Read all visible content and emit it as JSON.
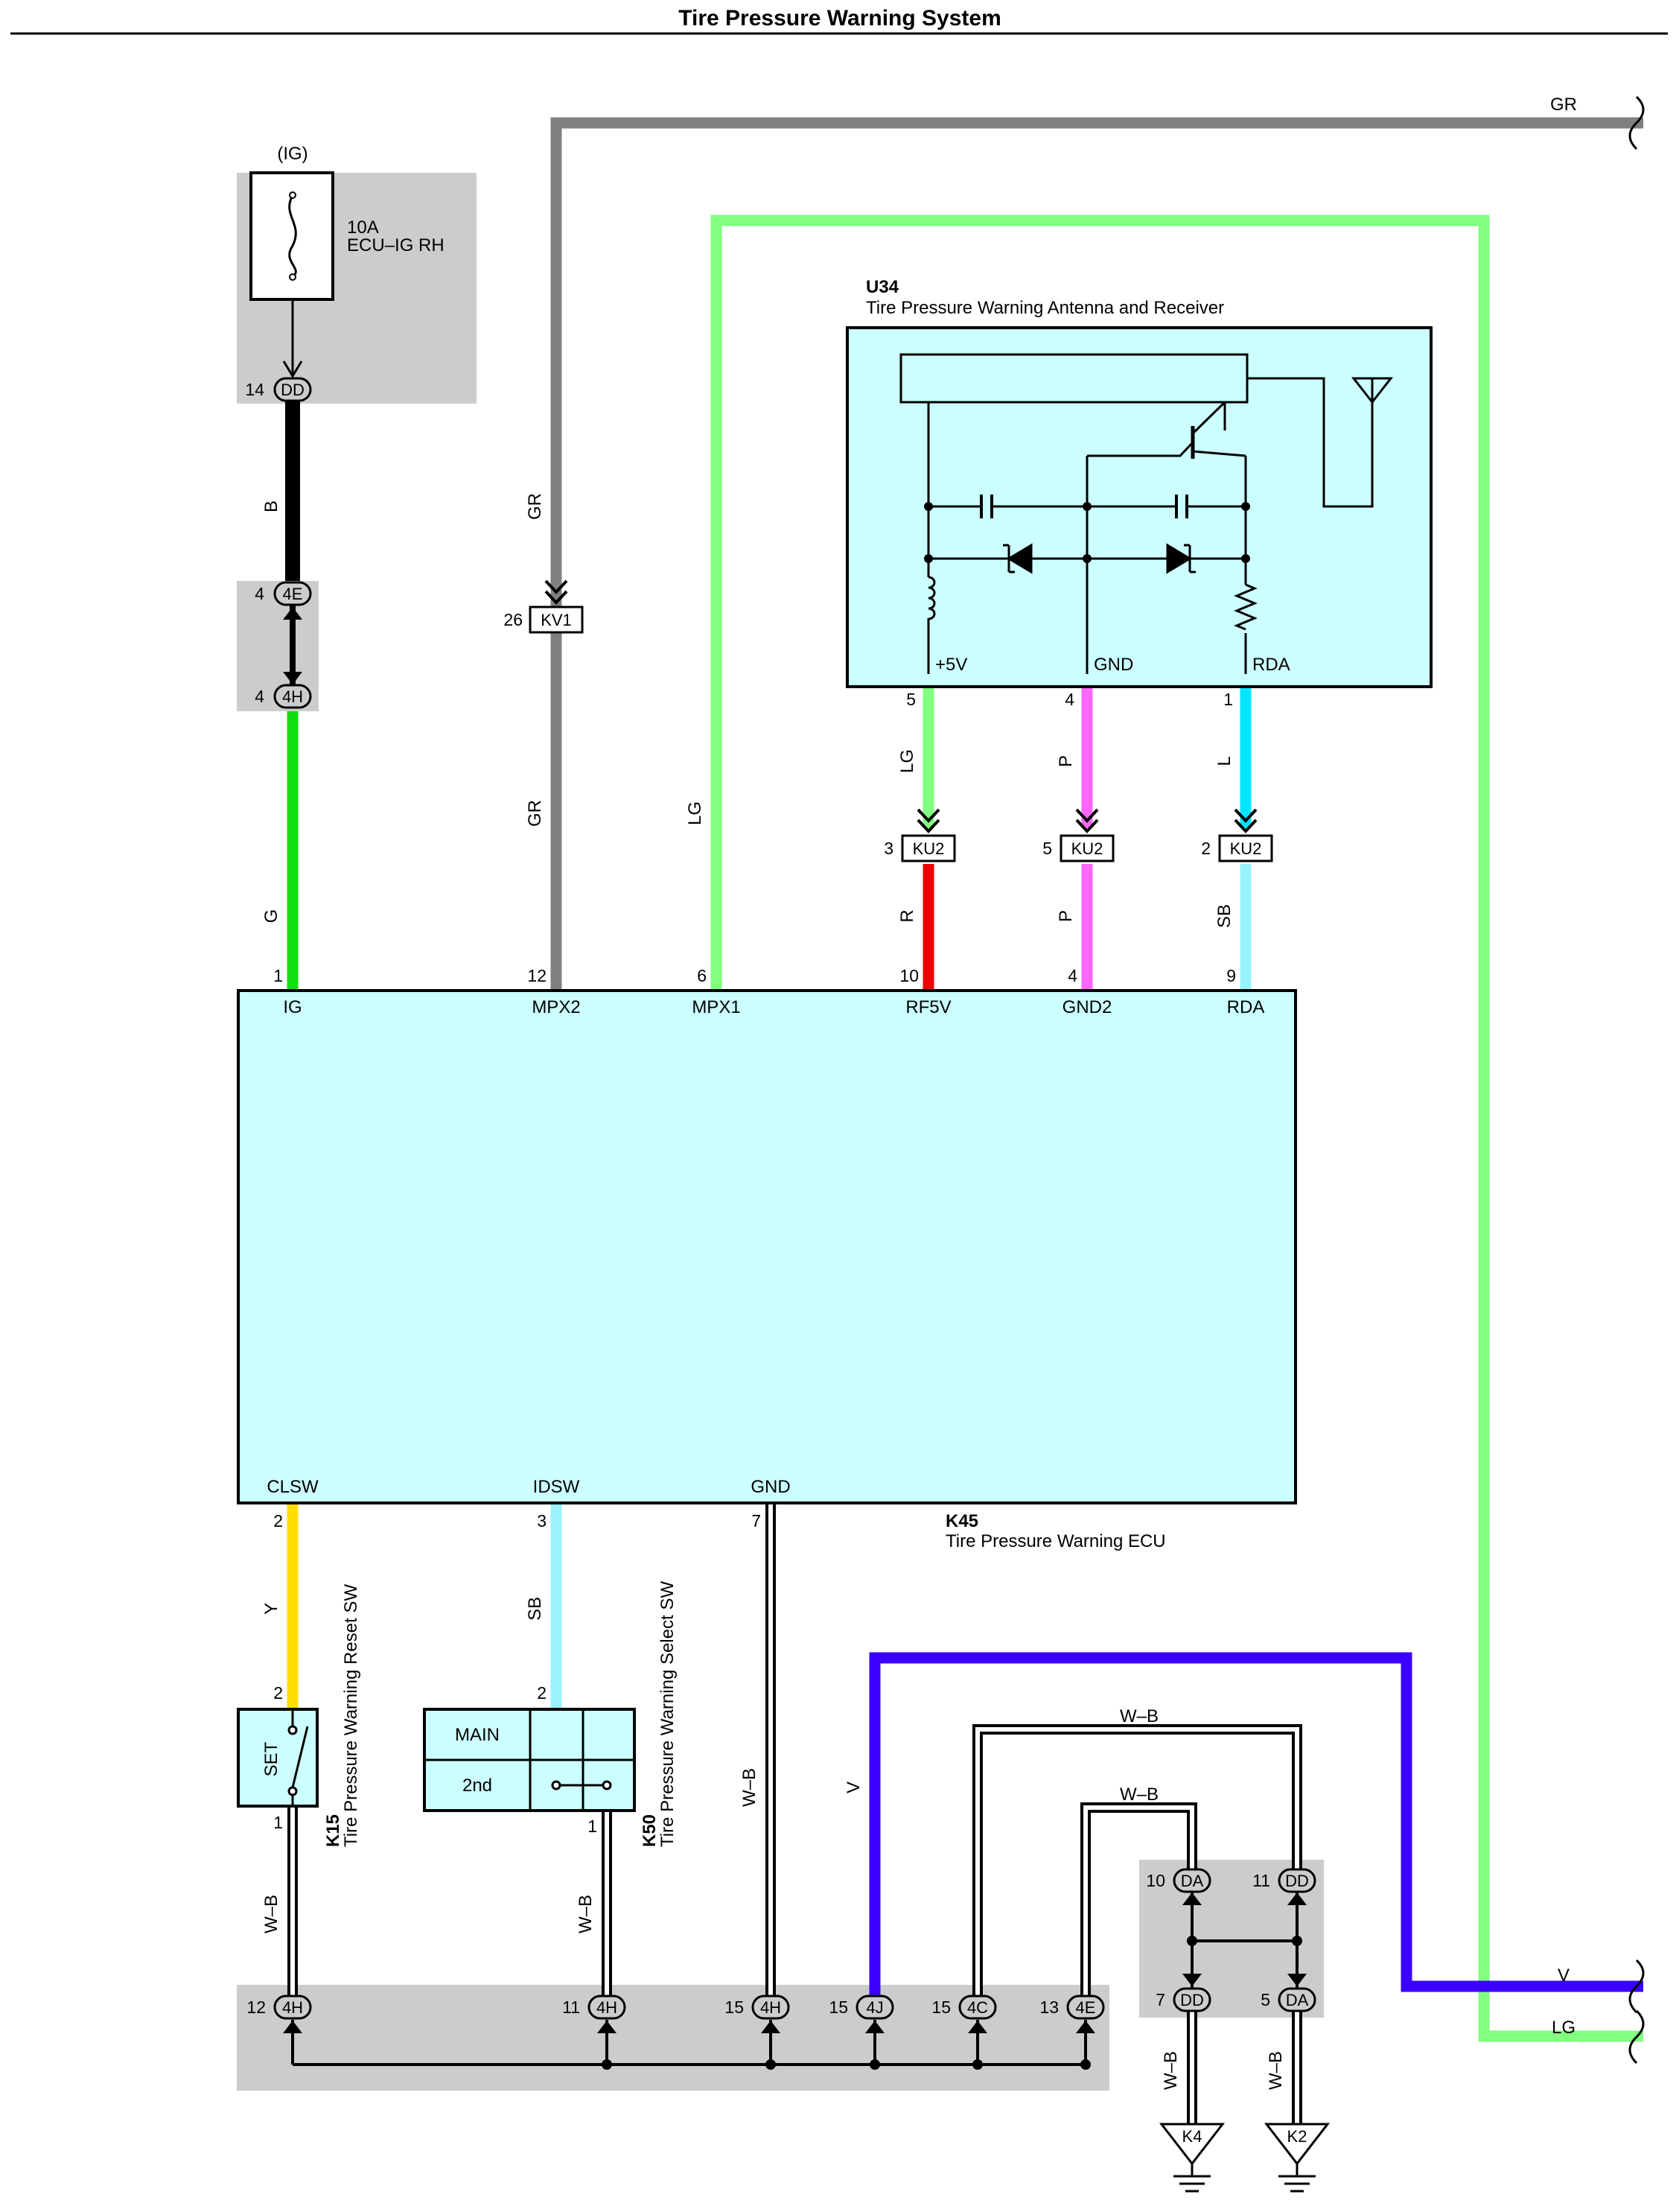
{
  "title": "Tire Pressure Warning System",
  "fuse": {
    "source": "(IG)",
    "rating": "10A",
    "name": "ECU–IG RH"
  },
  "receiver": {
    "code": "U34",
    "name": "Tire Pressure Warning Antenna and Receiver",
    "terminals": {
      "p5v": "+5V",
      "gnd": "GND",
      "rda": "RDA"
    },
    "pins": {
      "p5v": "5",
      "gnd": "4",
      "rda": "1"
    }
  },
  "ecu": {
    "code": "K45",
    "name": "Tire Pressure Warning ECU",
    "top_terminals": [
      {
        "name": "IG",
        "pin": "1"
      },
      {
        "name": "MPX2",
        "pin": "12"
      },
      {
        "name": "MPX1",
        "pin": "6"
      },
      {
        "name": "RF5V",
        "pin": "10"
      },
      {
        "name": "GND2",
        "pin": "4"
      },
      {
        "name": "RDA",
        "pin": "9"
      }
    ],
    "bottom_terminals": [
      {
        "name": "CLSW",
        "pin": "2"
      },
      {
        "name": "IDSW",
        "pin": "3"
      },
      {
        "name": "GND",
        "pin": "7"
      }
    ]
  },
  "reset_sw": {
    "code": "K15",
    "name": "Tire Pressure Warning Reset SW",
    "button": "SET",
    "pin_top": "2",
    "pin_bottom": "1"
  },
  "select_sw": {
    "code": "K50",
    "name": "Tire Pressure Warning Select SW",
    "rows": [
      "MAIN",
      "2nd"
    ],
    "pin_top": "2",
    "pin_bottom": "1"
  },
  "connectors": {
    "dd14": {
      "pin": "14",
      "code": "DD"
    },
    "c4e_top": {
      "pin": "4",
      "code": "4E"
    },
    "c4h_top": {
      "pin": "4",
      "code": "4H"
    },
    "kv1": {
      "pin": "26",
      "code": "KV1"
    },
    "ku2_a": {
      "pin": "3",
      "code": "KU2"
    },
    "ku2_b": {
      "pin": "5",
      "code": "KU2"
    },
    "ku2_c": {
      "pin": "2",
      "code": "KU2"
    },
    "da10": {
      "pin": "10",
      "code": "DA"
    },
    "dd11": {
      "pin": "11",
      "code": "DD"
    },
    "dd7": {
      "pin": "7",
      "code": "DD"
    },
    "da5": {
      "pin": "5",
      "code": "DA"
    },
    "bottom": [
      {
        "pin": "12",
        "code": "4H"
      },
      {
        "pin": "11",
        "code": "4H"
      },
      {
        "pin": "15",
        "code": "4H"
      },
      {
        "pin": "15",
        "code": "4J"
      },
      {
        "pin": "15",
        "code": "4C"
      },
      {
        "pin": "13",
        "code": "4E"
      }
    ]
  },
  "grounds": {
    "left": "K4",
    "right": "K2"
  },
  "wire_labels": {
    "b": "B",
    "g": "G",
    "gr_top": "GR",
    "gr_mid": "GR",
    "gr_right": "GR",
    "lg_main": "LG",
    "lg_recv": "LG",
    "lg_right": "LG",
    "p_recv": "P",
    "l_recv": "L",
    "r_ecu": "R",
    "p_ecu": "P",
    "sb_ecu": "SB",
    "y": "Y",
    "sb_sel": "SB",
    "wb_gnd": "W–B",
    "v": "V",
    "v_right": "V",
    "wb_upper": "W–B",
    "wb_lower": "W–B",
    "wb_reset": "W–B",
    "wb_select": "W–B",
    "wb_k4": "W–B",
    "wb_k2": "W–B"
  },
  "colors": {
    "black": "#000000",
    "green": "#11dd11",
    "gray": "#808080",
    "light_green": "#80ff80",
    "pink": "#ff66ff",
    "cyan": "#00e5ff",
    "red": "#ee0000",
    "light_blue": "#99f3ff",
    "yellow": "#ffdd00",
    "violet": "#3b00ff",
    "ecu_fill": "#ccffff",
    "panel_gray": "#cccccc"
  }
}
